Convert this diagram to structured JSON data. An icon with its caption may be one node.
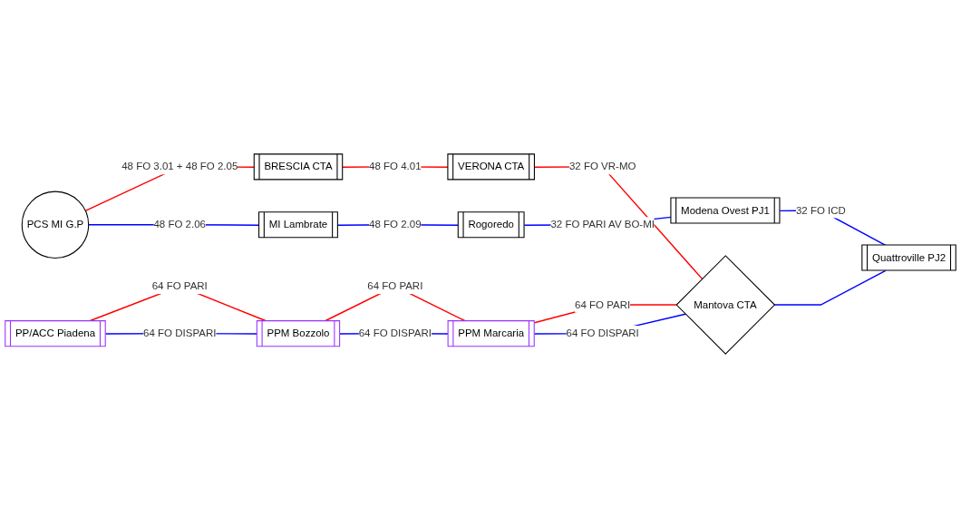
{
  "diagram": {
    "nodes": [
      {
        "text": [
          "PCS MI G.P"
        ]
      },
      {
        "text": [
          "BRESCIA CTA"
        ]
      },
      {
        "text": [
          "VERONA CTA"
        ]
      },
      {
        "text": [
          "MI Lambrate"
        ]
      },
      {
        "text": [
          "PP/ACC Piadena"
        ]
      },
      {
        "text": [
          "PPM Bozzolo"
        ]
      },
      {
        "text": [
          "PPM Marcaria"
        ]
      },
      {
        "text": [
          "Mantova CTA"
        ]
      },
      {
        "text": [
          "Rogoredo"
        ]
      },
      {
        "text": [
          "Modena Ovest PJ1"
        ]
      },
      {
        "text": [
          "Quattroville PJ2"
        ]
      }
    ],
    "edges": [
      {
        "from": 0,
        "to": 1,
        "arrow": "none",
        "label": "48 FO 3.01 + 48 FO 2.05",
        "color": "#ff0000"
      },
      {
        "from": 1,
        "to": 2,
        "arrow": "none",
        "label": "48 FO 4.01",
        "color": "#ff0000"
      },
      {
        "from": 0,
        "to": 3,
        "arrow": "none",
        "label": "48 FO 2.06"
      },
      {
        "from": 2,
        "to": 7,
        "arrow": "none",
        "label": "32 FO VR-MO",
        "color": "#ff0000"
      },
      {
        "from": 4,
        "to": 5,
        "arrow": "none",
        "label": "64 FO PARI",
        "color": "#ff0000"
      },
      {
        "from": 4,
        "to": 5,
        "arrow": "none",
        "label": "64 FO DISPARI"
      },
      {
        "from": 5,
        "to": 6,
        "arrow": "none",
        "label": "64 FO PARI",
        "color": "#ff0000"
      },
      {
        "from": 5,
        "to": 6,
        "arrow": "none",
        "label": "64 FO DISPARI"
      },
      {
        "from": 6,
        "to": 7,
        "arrow": "none",
        "label": "64 FO PARI",
        "color": "#ff0000"
      },
      {
        "from": 6,
        "to": 7,
        "arrow": "none",
        "label": "64 FO DISPARI"
      },
      {
        "from": 3,
        "to": 8,
        "arrow": "none",
        "label": "48 FO 2.09"
      },
      {
        "from": 7,
        "to": 10,
        "arrow": "none"
      },
      {
        "from": 8,
        "to": 9,
        "arrow": "none",
        "label": "32 FO PARI AV BO-MI"
      },
      {
        "from": 9,
        "to": 10,
        "arrow": "none",
        "label": "32 FO ICD"
      }
    ]
  }
}
